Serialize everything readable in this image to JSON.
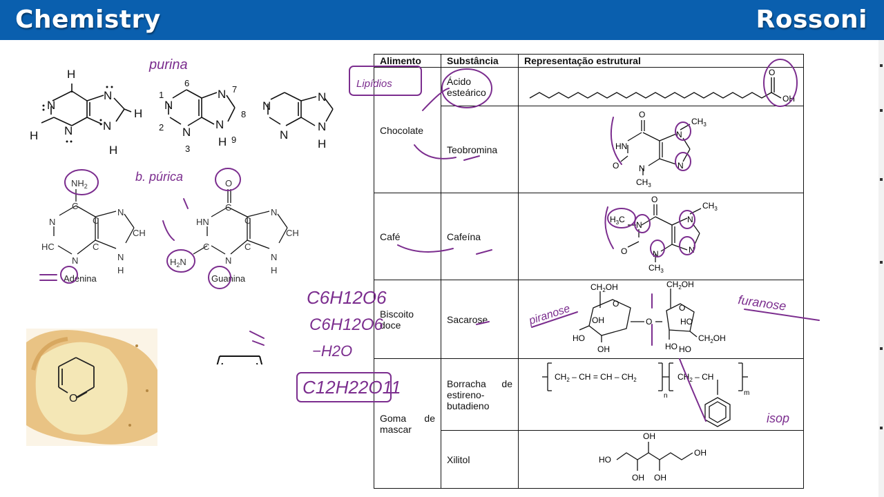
{
  "header": {
    "left_title": "Chemistry",
    "right_title": "Rossoni",
    "bar_color": "#0a5fae"
  },
  "purine_structures": {
    "atoms": {
      "H": "H",
      "N": "N",
      "NH": "NH",
      "NH2": "NH",
      "sub2": "2",
      "CH": "CH",
      "HC": "HC",
      "HN": "HN",
      "H2N": "H",
      "C": "C",
      "O": "O"
    },
    "numbers": [
      "1",
      "2",
      "3",
      "6",
      "7",
      "8",
      "9"
    ],
    "adenine_label": "Adenina",
    "guanine_label": "Guanina"
  },
  "table": {
    "headers": [
      "Alimento",
      "Substância",
      "Representação estrutural"
    ],
    "rows": [
      {
        "food": "",
        "substance": "Ácido esteárico",
        "structure_labels": [
          "O",
          "OH"
        ]
      },
      {
        "food": "Chocolate",
        "substance": "Teobromina",
        "structure_labels": [
          "O",
          "CH",
          "3",
          "HN",
          "N",
          "N",
          "O",
          "N",
          "N",
          "CH",
          "3"
        ]
      },
      {
        "food": "Café",
        "substance": "Cafeína",
        "structure_labels": [
          "O",
          "CH",
          "3",
          "H",
          "3",
          "C",
          "N",
          "N",
          "N",
          "O",
          "N",
          "CH",
          "3"
        ]
      },
      {
        "food": "Biscoito doce",
        "substance": "Sacarose",
        "structure_labels": [
          "CH",
          "2",
          "OH",
          "CH",
          "2",
          "OH",
          "O",
          "OH",
          "O",
          "O",
          "HO",
          "HO",
          "OH",
          "HO",
          "CH",
          "2",
          "OH",
          "HO"
        ]
      },
      {
        "food": "",
        "substance": "Borracha de estireno-butadieno",
        "structure_labels": [
          "CH",
          "2",
          "CH",
          "CH",
          "CH",
          "2",
          "CH",
          "2",
          "CH",
          "n",
          "m"
        ]
      },
      {
        "food": "Goma de mascar",
        "substance": "Xilitol",
        "structure_labels": [
          "OH",
          "HO",
          "OH",
          "OH",
          "OH"
        ]
      }
    ]
  },
  "annotations": {
    "purina": "purina",
    "b_purica": "b. púrica",
    "lipidios": "Lipídios",
    "piranose": "piranose",
    "furanose": "furanose",
    "c6h12o6_a": "C6H12O6",
    "c6h12o6_b": "C6H12O6",
    "minus_h2o": "−H2O",
    "c12h22o11": "C12H22O11",
    "isop": "isop",
    "ink_color": "#7b2d8e"
  }
}
